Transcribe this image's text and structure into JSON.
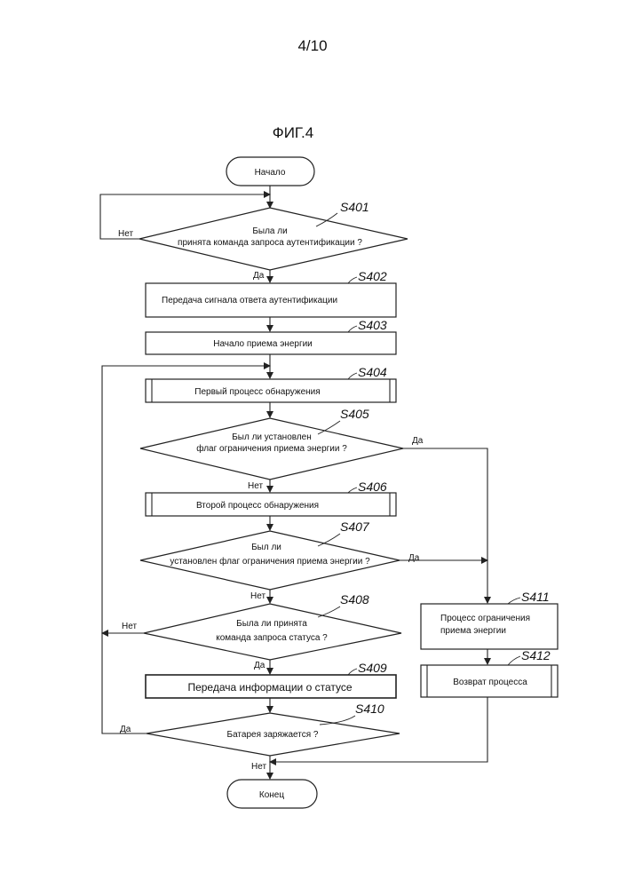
{
  "page_number": "4/10",
  "figure_label": "ФИГ.4",
  "nodes": {
    "start": "Начало",
    "s401_line1": "Была ли",
    "s401_line2": "принята команда запроса аутентификации ?",
    "s402": "Передача сигнала ответа аутентификации",
    "s403": "Начало приема энергии",
    "s404": "Первый процесс обнаружения",
    "s405_line1": "Был ли установлен",
    "s405_line2": "флаг ограничения приема энергии ?",
    "s406": "Второй процесс обнаружения",
    "s407_line1": "Был ли",
    "s407_line2": "установлен флаг ограничения приема энергии ?",
    "s408_line1": "Была ли принята",
    "s408_line2": "команда запроса статуса ?",
    "s409": "Передача информации о статусе",
    "s410": "Батарея заряжается ?",
    "s411_line1": "Процесс ограничения",
    "s411_line2": "приема энергии",
    "s412": "Возврат процесса",
    "end": "Конец"
  },
  "step_ids": {
    "s401": "S401",
    "s402": "S402",
    "s403": "S403",
    "s404": "S404",
    "s405": "S405",
    "s406": "S406",
    "s407": "S407",
    "s408": "S408",
    "s409": "S409",
    "s410": "S410",
    "s411": "S411",
    "s412": "S412"
  },
  "edge_labels": {
    "s401_no": "Нет",
    "s401_yes": "Да",
    "s405_yes": "Да",
    "s405_no": "Нет",
    "s407_yes": "Да",
    "s407_no": "Нет",
    "s408_no": "Нет",
    "s408_yes": "Да",
    "s410_yes": "Да",
    "s410_no": "Нет"
  }
}
